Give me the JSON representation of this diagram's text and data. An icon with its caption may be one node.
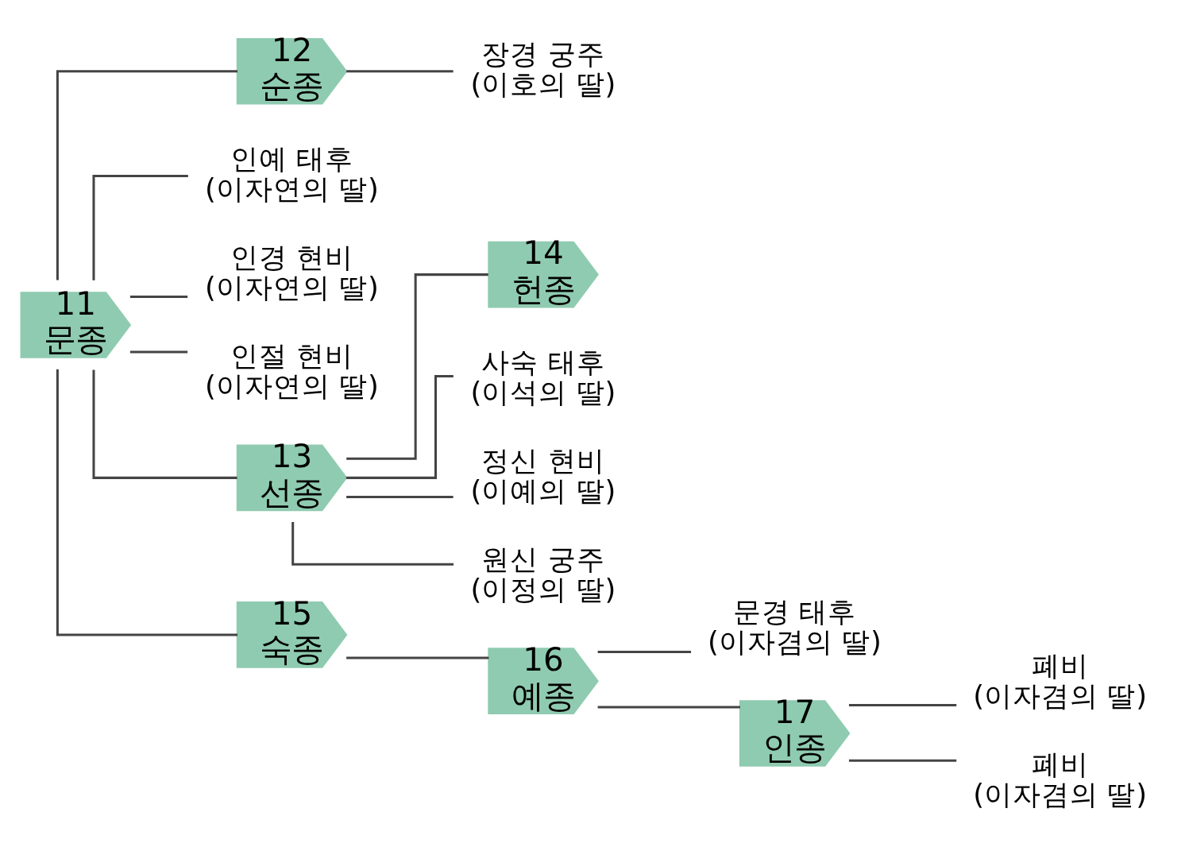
{
  "diagram": {
    "nodes": [
      {
        "text": [
          "11",
          "문종"
        ]
      },
      {
        "text": [
          "12",
          "순종"
        ]
      },
      {
        "text": [
          "장경 궁주",
          "(이호의 딸)"
        ]
      },
      {
        "text": [
          "인예 태후",
          "(이자연의 딸)"
        ]
      },
      {
        "text": [
          "인경 현비",
          "(이자연의 딸)"
        ]
      },
      {
        "text": [
          "인절 현비",
          "(이자연의 딸)"
        ]
      },
      {
        "text": [
          "13",
          "선종"
        ]
      },
      {
        "text": [
          "14",
          "헌종"
        ]
      },
      {
        "text": [
          "사숙 태후",
          "(이석의 딸)"
        ]
      },
      {
        "text": [
          "정신 현비",
          "(이예의 딸)"
        ]
      },
      {
        "text": [
          "원신 궁주",
          "(이정의 딸)"
        ]
      },
      {
        "text": [
          "15",
          "숙종"
        ]
      },
      {
        "text": [
          "16",
          "예종"
        ]
      },
      {
        "text": [
          "문경 태후",
          "(이자겸의 딸)"
        ]
      },
      {
        "text": [
          "17",
          "인종"
        ]
      },
      {
        "text": [
          "폐비",
          "(이자겸의 딸)"
        ]
      },
      {
        "text": [
          "폐비",
          "(이자겸의 딸)"
        ]
      }
    ],
    "edges": [
      {
        "from": 0,
        "to": 1,
        "arrow": "none"
      },
      {
        "from": 1,
        "to": 2,
        "arrow": "none"
      },
      {
        "from": 0,
        "to": 3,
        "arrow": "none"
      },
      {
        "from": 0,
        "to": 4,
        "arrow": "none"
      },
      {
        "from": 0,
        "to": 5,
        "arrow": "none"
      },
      {
        "from": 0,
        "to": 6,
        "arrow": "none"
      },
      {
        "from": 6,
        "to": 7,
        "arrow": "none"
      },
      {
        "from": 6,
        "to": 8,
        "arrow": "none"
      },
      {
        "from": 6,
        "to": 9,
        "arrow": "none"
      },
      {
        "from": 6,
        "to": 10,
        "arrow": "none"
      },
      {
        "from": 0,
        "to": 11,
        "arrow": "none"
      },
      {
        "from": 11,
        "to": 12,
        "arrow": "none"
      },
      {
        "from": 12,
        "to": 13,
        "arrow": "none"
      },
      {
        "from": 12,
        "to": 14,
        "arrow": "none"
      },
      {
        "from": 14,
        "to": 15,
        "arrow": "none"
      },
      {
        "from": 14,
        "to": 16,
        "arrow": "none"
      }
    ]
  }
}
